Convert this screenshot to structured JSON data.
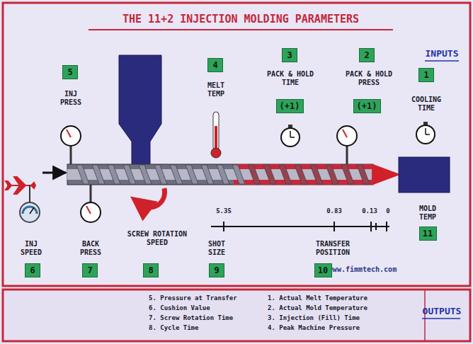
{
  "diagram": {
    "title": "THE 11+2 INJECTION MOLDING PARAMETERS",
    "nodes": [
      {
        "text": [
          "1"
        ]
      },
      {
        "text": [
          "2"
        ]
      },
      {
        "text": [
          "3"
        ]
      },
      {
        "text": [
          "4"
        ]
      },
      {
        "text": [
          "5"
        ]
      },
      {
        "text": [
          "6"
        ]
      },
      {
        "text": [
          "7"
        ]
      },
      {
        "text": [
          "8"
        ]
      },
      {
        "text": [
          "9"
        ]
      },
      {
        "text": [
          "10"
        ]
      },
      {
        "text": [
          "11"
        ]
      },
      {
        "text": [
          "(+1)"
        ]
      },
      {
        "text": [
          "(+1)"
        ]
      }
    ],
    "labels": [
      "INPUTS",
      "COOLING TIME",
      "PACK & HOLD PRESS",
      "PACK & HOLD TIME",
      "MELT TEMP",
      "INJ PRESS",
      "MOLD TEMP",
      "INJ SPEED",
      "BACK PRESS",
      "SCREW ROTATION SPEED",
      "SHOT SIZE",
      "5.35",
      "0.83",
      "0.13",
      "0",
      "TRANSFER POSITION",
      "www.fimmtech.com",
      "OUTPUTS",
      "1. Actual Melt Temperature",
      "2. Actual Mold Temperature",
      "3. Injection (Fill) Time",
      "4. Peak Machine Pressure",
      "5. Pressure at Transfer",
      "6. Cushion Value",
      "7. Screw Rotation Time",
      "8. Cycle Time"
    ]
  }
}
